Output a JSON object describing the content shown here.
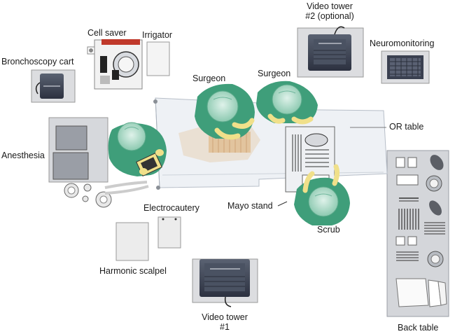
{
  "labels": {
    "video_tower_2_line1": "Video tower",
    "video_tower_2_line2": "#2 (optional)",
    "cell_saver": "Cell saver",
    "irrigator": "Irrigator",
    "bronchoscopy_cart": "Bronchoscopy cart",
    "neuromonitoring": "Neuromonitoring",
    "surgeon_left": "Surgeon",
    "surgeon_right": "Surgeon",
    "or_table": "OR table",
    "anesthesia": "Anesthesia",
    "electrocautery": "Electrocautery",
    "mayo_stand": "Mayo stand",
    "scrub": "Scrub",
    "harmonic_scalpel": "Harmonic scalpel",
    "video_tower_1_line1": "Video tower",
    "video_tower_1_line2": "#1",
    "back_table": "Back table"
  },
  "colors": {
    "gown_green": "#3f9e7a",
    "cap_green": "#9ed4bc",
    "glove_yellow": "#f0e08a",
    "equipment_gray": "#e6e6e6",
    "monitor_dark": "#3a4050",
    "sheet": "#eef1f5"
  }
}
